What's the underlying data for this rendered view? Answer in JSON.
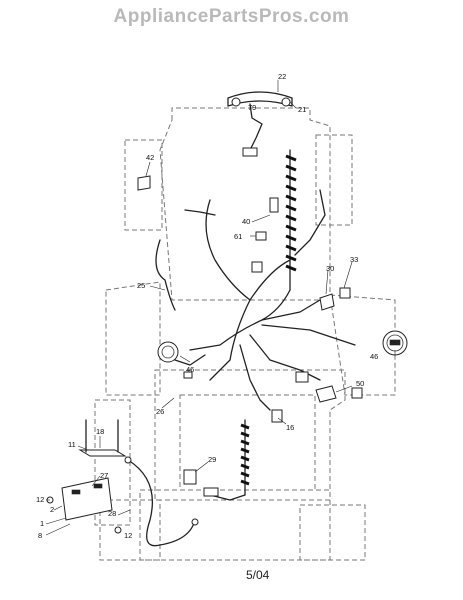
{
  "watermark": "AppliancePartsPros.com",
  "page_date": "5/04",
  "callouts": {
    "c22": "22",
    "c79": "79",
    "c21": "21",
    "c42": "42",
    "c40": "40",
    "c61": "61",
    "c33": "33",
    "c30": "30",
    "c25": "25",
    "c46a": "46",
    "c46b": "46",
    "c50": "50",
    "c26": "26",
    "c16": "16",
    "c11": "11",
    "c18": "18",
    "c29": "29",
    "c27": "27",
    "c12a": "12",
    "c12b": "12",
    "c1": "1",
    "c2": "2",
    "c8": "8",
    "c28": "28"
  }
}
